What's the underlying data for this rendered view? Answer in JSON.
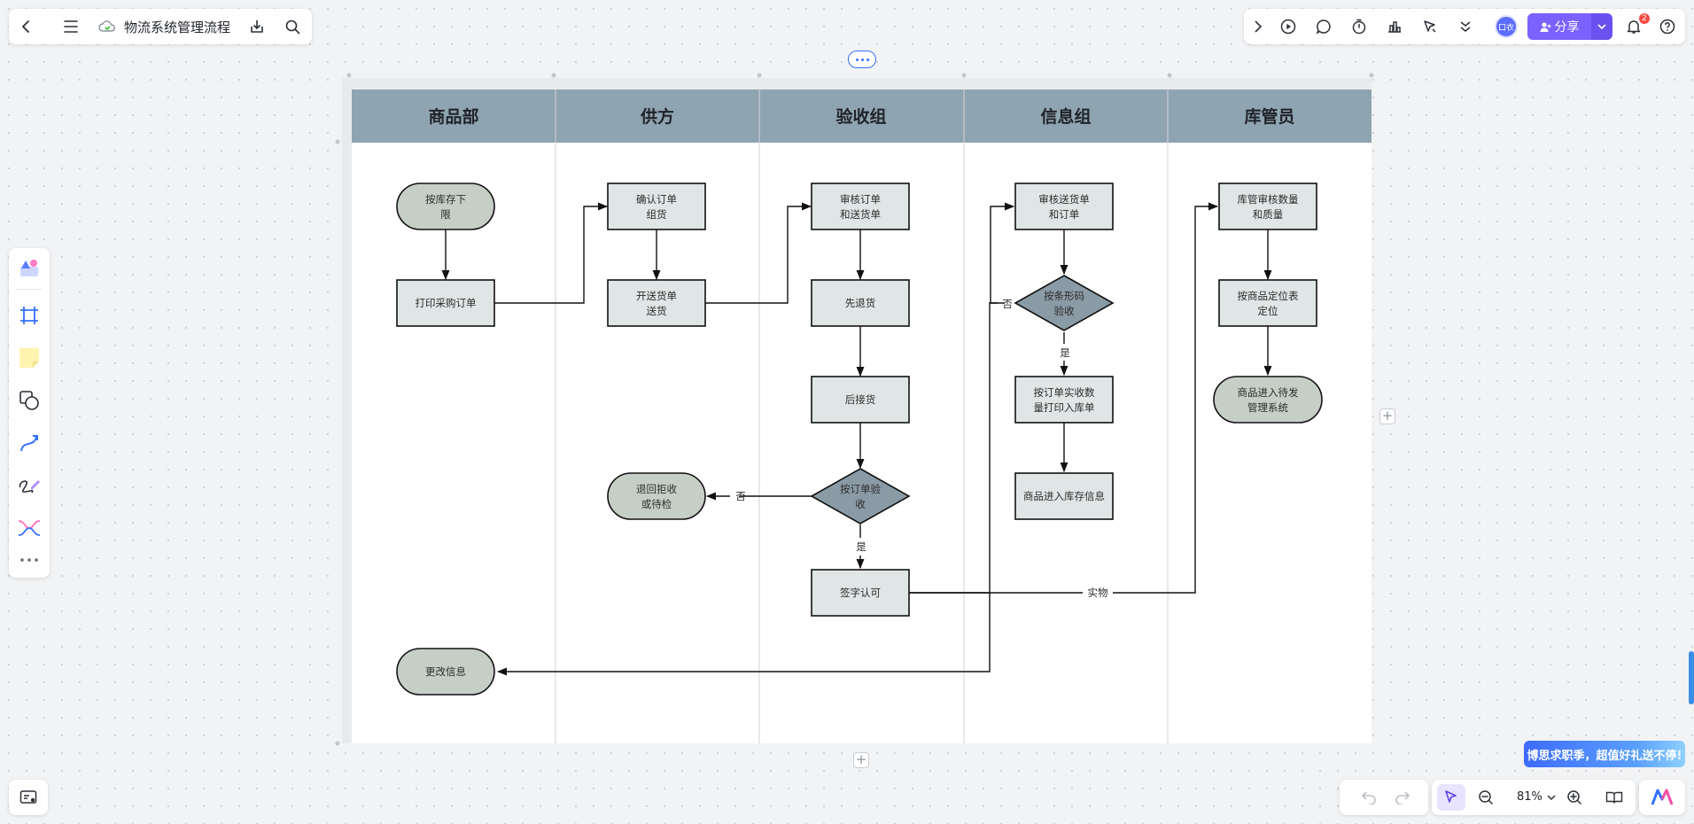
{
  "toolbar": {
    "doc_title": "物流系统管理流程",
    "share_label": "分享",
    "avatar_text": "口衣",
    "notification_count": "2"
  },
  "diagram": {
    "lanes": [
      "商品部",
      "供方",
      "验收组",
      "信息组",
      "库管员"
    ],
    "nodes": {
      "n1": [
        "按库存下",
        "限"
      ],
      "n2": [
        "打印采购订单"
      ],
      "n3": [
        "确认订单",
        "组货"
      ],
      "n4": [
        "开送货单",
        "送货"
      ],
      "n5": [
        "审核订单",
        "和送货单"
      ],
      "n6": [
        "先退货"
      ],
      "n7": [
        "后接货"
      ],
      "n8": [
        "按订单验",
        "收"
      ],
      "n9": [
        "退回拒收",
        "或待检"
      ],
      "n10": [
        "签字认可"
      ],
      "n11": [
        "更改信息"
      ],
      "n12": [
        "审核送货单",
        "和订单"
      ],
      "n13": [
        "按条形码",
        "验收"
      ],
      "n14": [
        "按订单实收数",
        "量打印入库单"
      ],
      "n15": [
        "商品进入库存信息"
      ],
      "n16": [
        "库管审核数量",
        "和质量"
      ],
      "n17": [
        "按商品定位表",
        "定位"
      ],
      "n18": [
        "商品进入待发",
        "管理系统"
      ]
    },
    "edge_labels": {
      "no1": "否",
      "yes1": "是",
      "no2": "否",
      "yes2": "是",
      "physical": "实物"
    }
  },
  "zoom": {
    "level": "81%"
  },
  "promo": {
    "text": "博思求职季，超值好礼送不停!"
  },
  "colors": {
    "accent": "#7b61ff",
    "lane_header": "#8fa4b1",
    "terminal_fill": "#c6cfc6",
    "process_fill": "#e0e6e6",
    "decision_fill": "#8a9ba6"
  }
}
